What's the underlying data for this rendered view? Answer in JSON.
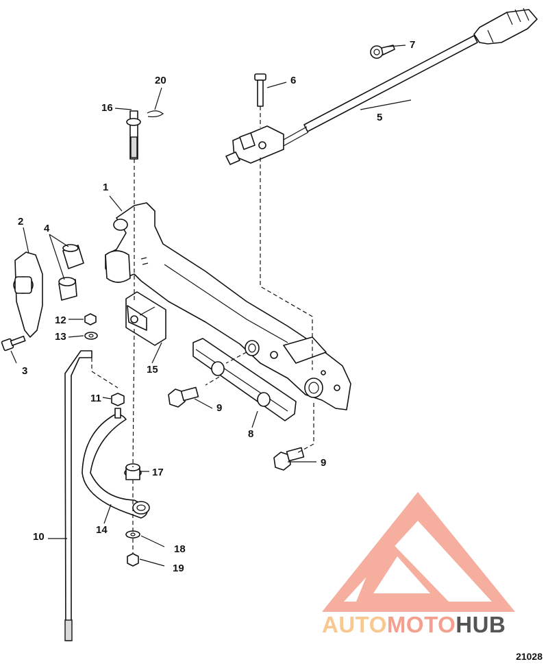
{
  "diagram": {
    "id": "21028",
    "callouts": [
      "1",
      "2",
      "3",
      "4",
      "5",
      "6",
      "7",
      "8",
      "9",
      "9",
      "10",
      "11",
      "12",
      "13",
      "14",
      "15",
      "16",
      "17",
      "18",
      "19",
      "20"
    ]
  },
  "watermark": {
    "part1": "AUTO",
    "part2": "MOTO",
    "part3": "HUB",
    "color_primary": "#f5a08f",
    "color_accent": "#f8c890",
    "color_dark": "#555555"
  }
}
